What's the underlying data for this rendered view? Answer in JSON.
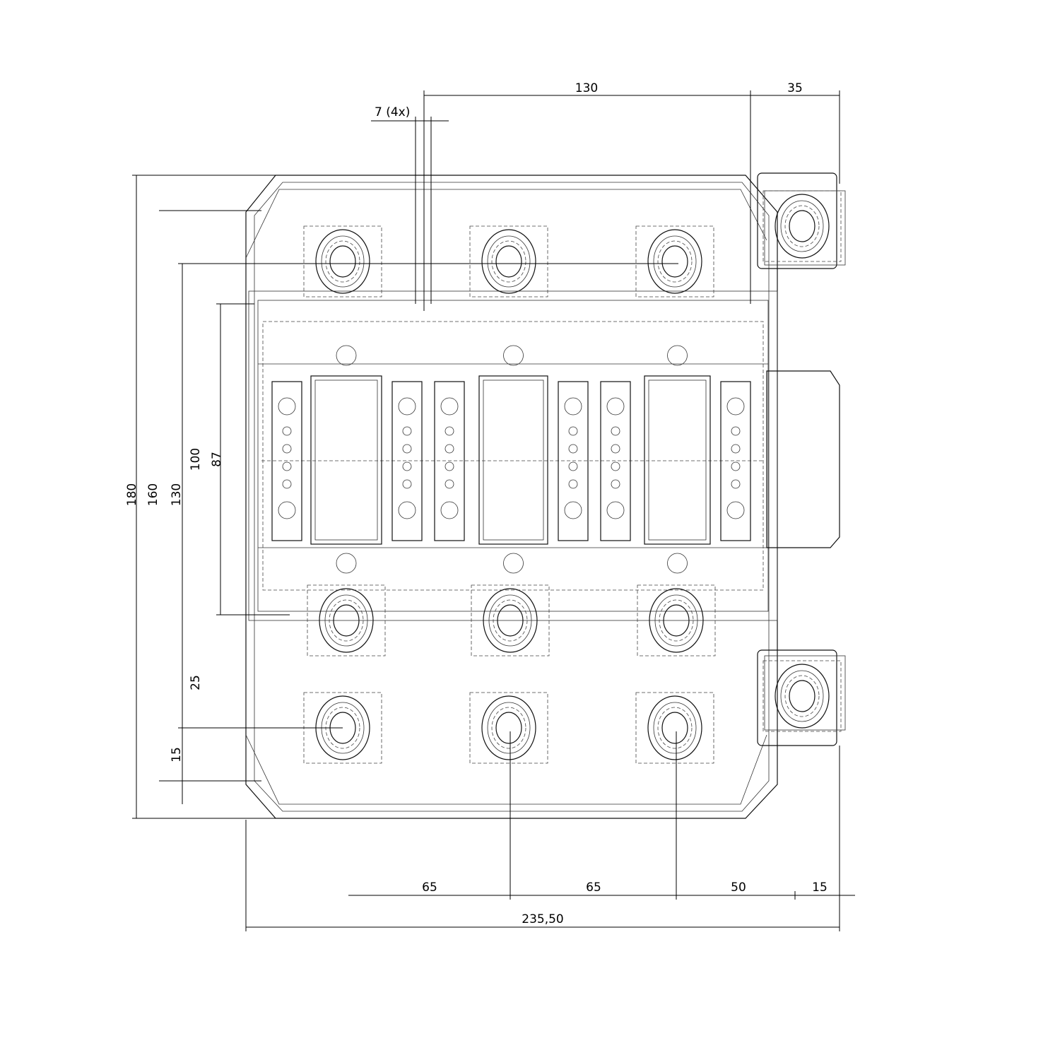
{
  "drawing": {
    "top_dimensions": {
      "span_130": "130",
      "span_35": "35",
      "pitch_7": "7 (4x)"
    },
    "left_dimensions": {
      "h_180": "180",
      "h_160": "160",
      "h_130": "130",
      "h_100": "100",
      "h_87": "87",
      "h_25": "25",
      "h_15": "15"
    },
    "bottom_dimensions": {
      "w_65a": "65",
      "w_65b": "65",
      "w_50": "50",
      "w_15": "15",
      "total": "235,50"
    }
  }
}
